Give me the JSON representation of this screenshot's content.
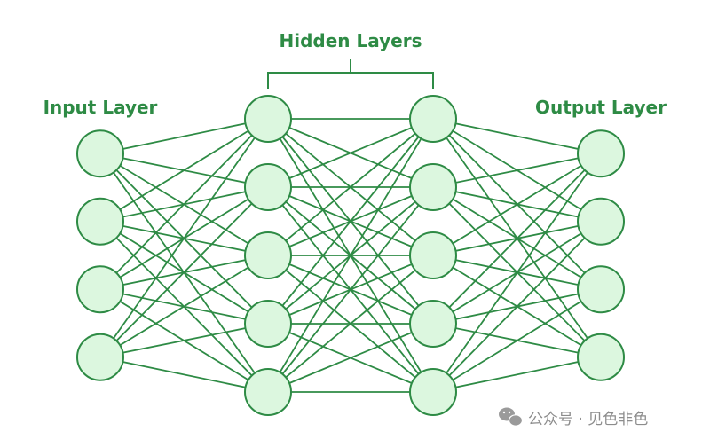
{
  "labels": {
    "input": "Input Layer",
    "hidden": "Hidden Layers",
    "output": "Output Layer"
  },
  "layers": [
    {
      "name": "input",
      "nodes": 4
    },
    {
      "name": "hidden-1",
      "nodes": 5
    },
    {
      "name": "hidden-2",
      "nodes": 5
    },
    {
      "name": "output",
      "nodes": 4
    }
  ],
  "colors": {
    "stroke": "#2e8b45",
    "node_fill": "#dcf7df",
    "label": "#2e8b45",
    "watermark": "#8c8c8c"
  },
  "watermark": {
    "icon": "wechat-icon",
    "text": "公众号 · 见色非色"
  }
}
